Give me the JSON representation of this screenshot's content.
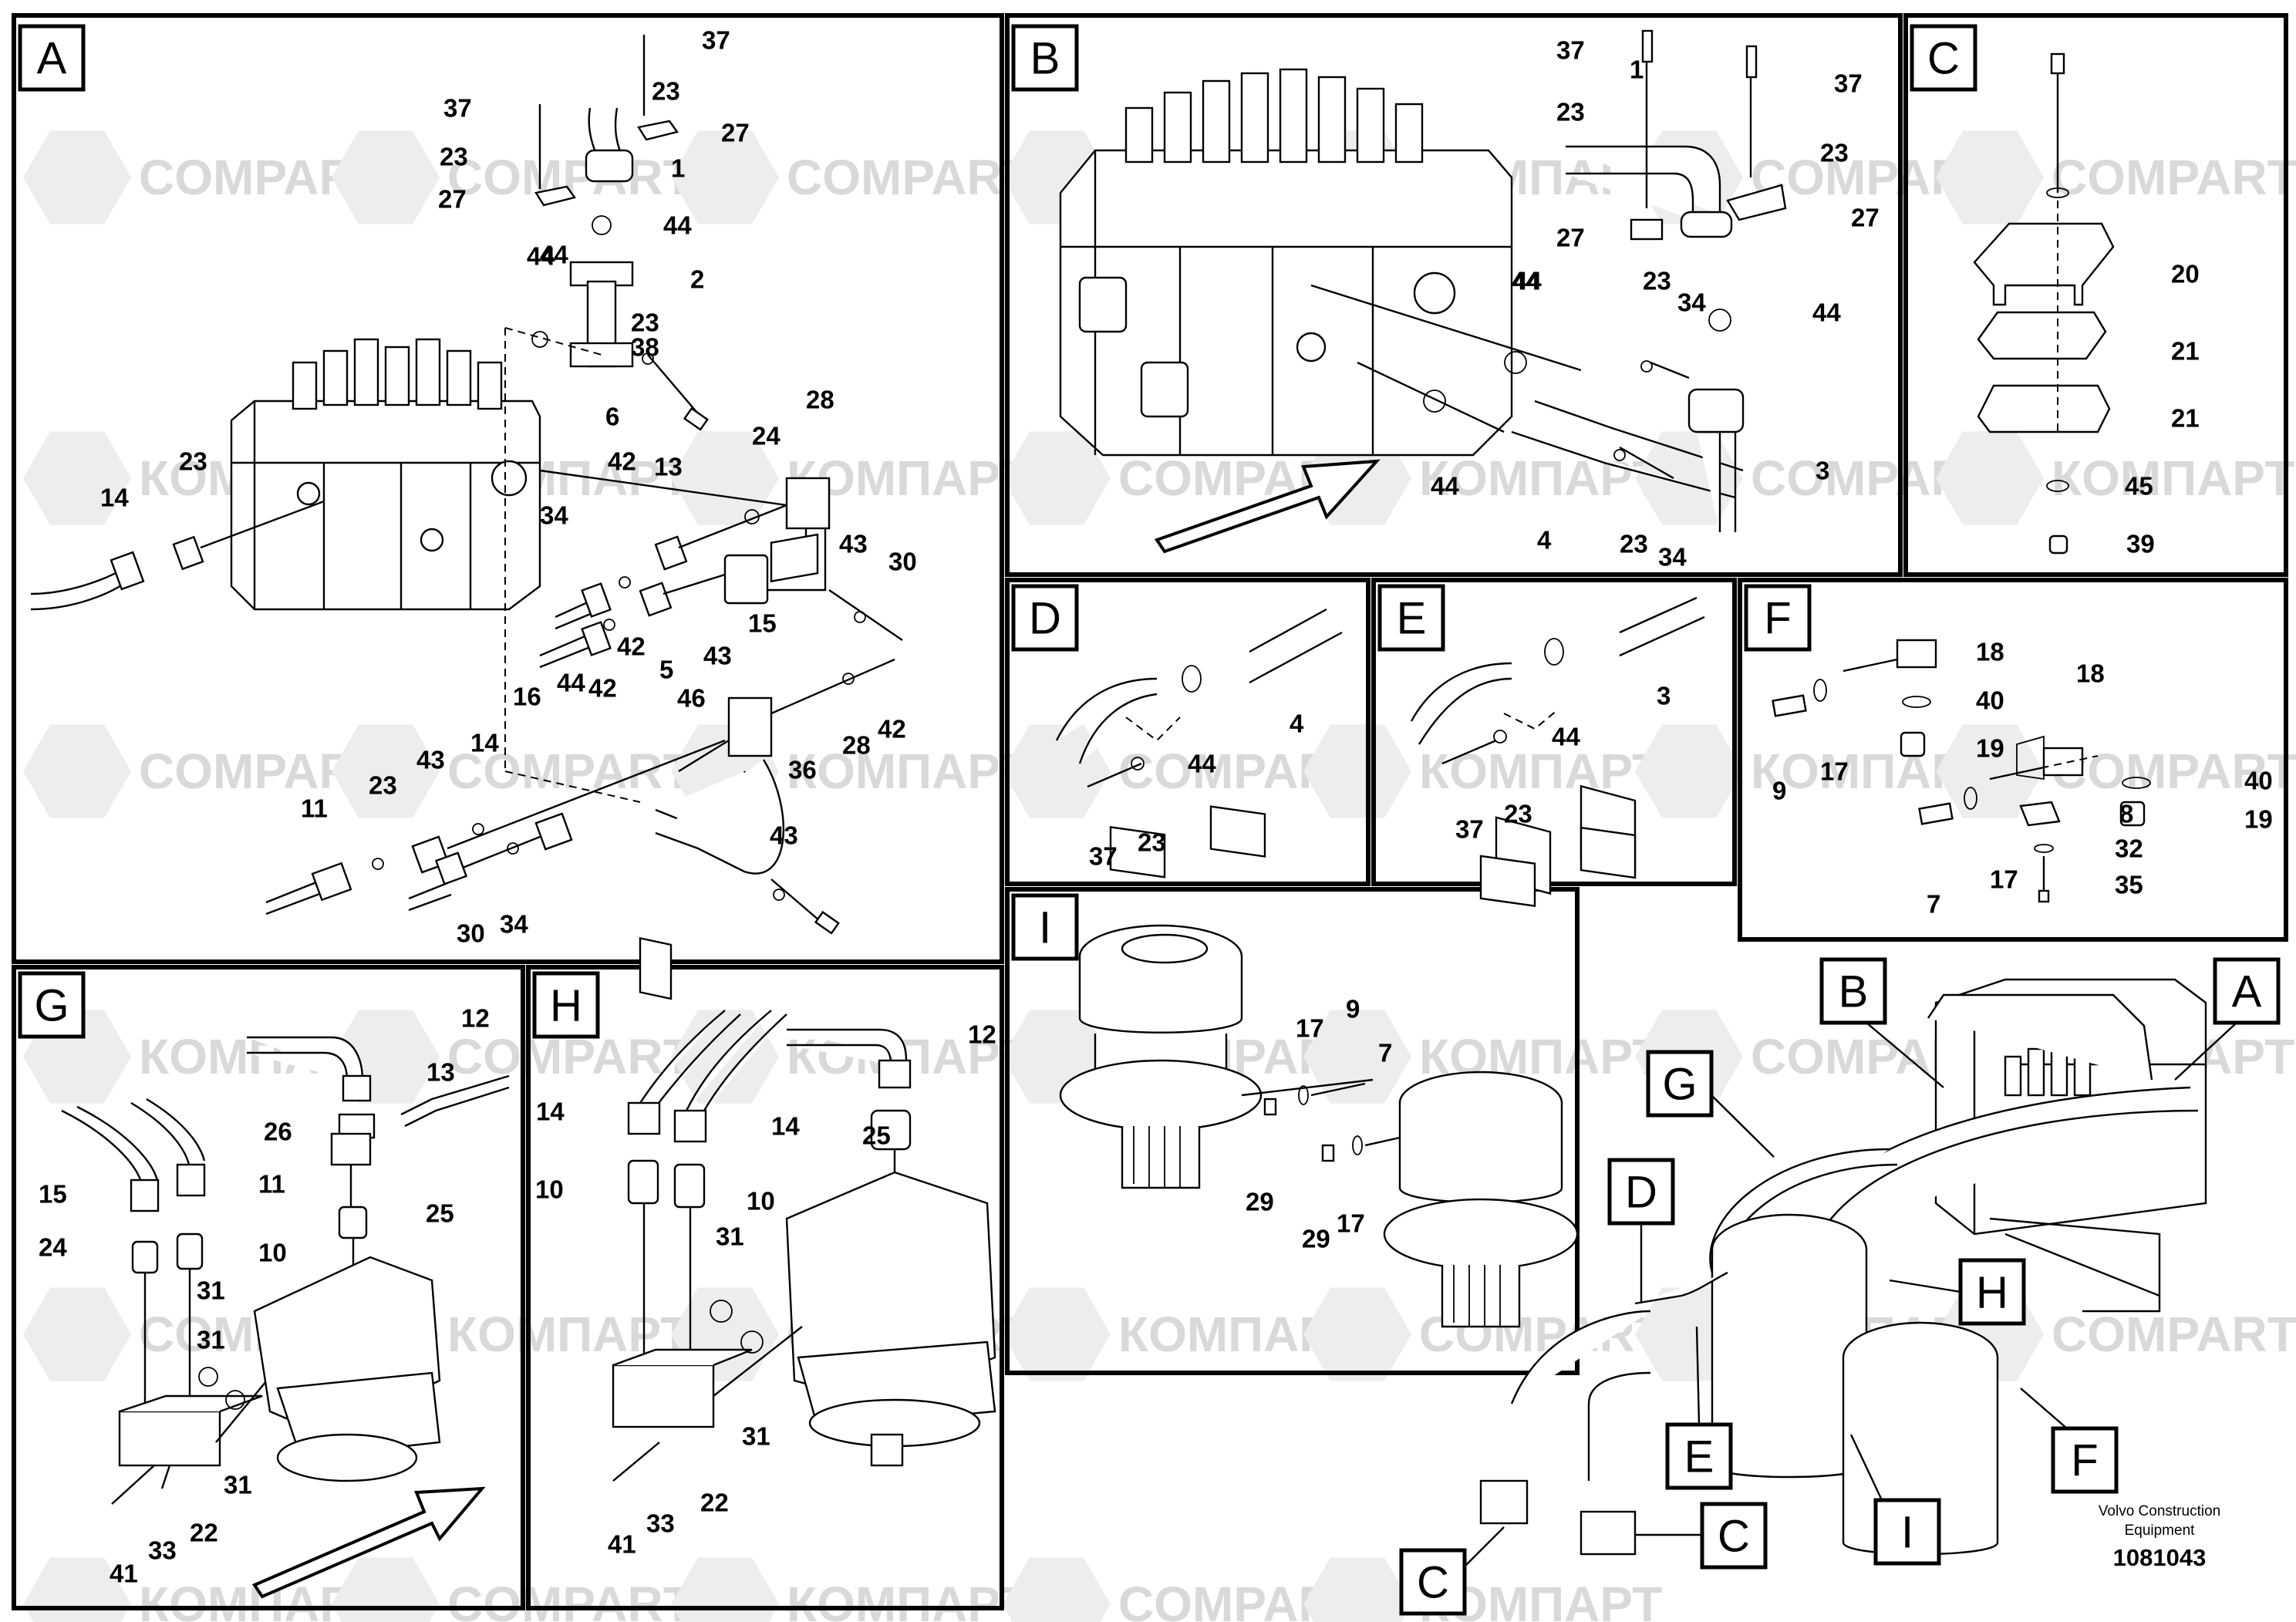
{
  "panels": [
    {
      "id": "A"
    },
    {
      "id": "B"
    },
    {
      "id": "C"
    },
    {
      "id": "D"
    },
    {
      "id": "E"
    },
    {
      "id": "F"
    },
    {
      "id": "G"
    },
    {
      "id": "H"
    },
    {
      "id": "I"
    }
  ],
  "overview_callouts": [
    "A",
    "B",
    "C",
    "C",
    "D",
    "E",
    "F",
    "G",
    "H",
    "I"
  ],
  "watermark": {
    "latin": "COMPART",
    "cyrillic": "КОМПАРТ"
  },
  "part_numbers": {
    "A": [
      "37",
      "23",
      "27",
      "37",
      "23",
      "1",
      "27",
      "44",
      "44",
      "2",
      "23",
      "38",
      "44",
      "6",
      "42",
      "28",
      "24",
      "13",
      "14",
      "23",
      "34",
      "43",
      "30",
      "42",
      "5",
      "15",
      "43",
      "44",
      "42",
      "16",
      "46",
      "36",
      "28",
      "42",
      "43",
      "14",
      "23",
      "11",
      "43",
      "30",
      "34"
    ],
    "B": [
      "37",
      "1",
      "37",
      "23",
      "23",
      "27",
      "27",
      "44",
      "23",
      "34",
      "44",
      "44",
      "3",
      "44",
      "4",
      "23",
      "34"
    ],
    "C": [
      "20",
      "21",
      "21",
      "45",
      "39"
    ],
    "D": [
      "4",
      "44",
      "37",
      "23"
    ],
    "E": [
      "3",
      "44",
      "37",
      "23"
    ],
    "F": [
      "18",
      "40",
      "19",
      "9",
      "17",
      "18",
      "40",
      "19",
      "8",
      "32",
      "7",
      "17",
      "35"
    ],
    "G": [
      "12",
      "13",
      "26",
      "25",
      "15",
      "11",
      "24",
      "10",
      "31",
      "31",
      "31",
      "22",
      "41",
      "33"
    ],
    "H": [
      "12",
      "14",
      "14",
      "25",
      "10",
      "10",
      "31",
      "31",
      "22",
      "41",
      "33"
    ],
    "I": [
      "17",
      "9",
      "7",
      "29",
      "29",
      "17"
    ]
  },
  "footer": {
    "company_line1": "Volvo Construction",
    "company_line2": "Equipment",
    "drawing_number": "1081043"
  }
}
